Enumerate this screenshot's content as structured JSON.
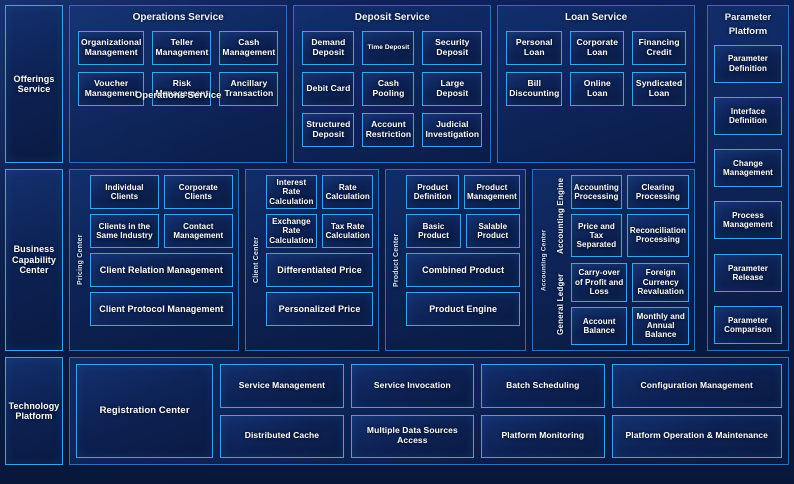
{
  "theme": {
    "background": "#0a1d4e",
    "box_border": "#3fa3e8",
    "group_border": "#2f6fb8",
    "text": "#ffffff"
  },
  "rows": {
    "offerings": {
      "spine_label": "Offerings Service",
      "ghost_caption": "Operations Service",
      "services": [
        {
          "title": "Operations Service",
          "items": [
            {
              "label": "Organizational Management",
              "small": false
            },
            {
              "label": "Teller Management",
              "small": false
            },
            {
              "label": "Cash Management",
              "small": false
            },
            {
              "label": "Voucher Management",
              "small": false
            },
            {
              "label": "Risk Management",
              "small": false
            },
            {
              "label": "Ancillary Transaction",
              "small": false
            }
          ]
        },
        {
          "title": "Deposit Service",
          "items": [
            {
              "label": "Demand Deposit",
              "small": false
            },
            {
              "label": "Time Deposit",
              "small": true
            },
            {
              "label": "Security Deposit",
              "small": false
            },
            {
              "label": "Debit Card",
              "small": false
            },
            {
              "label": "Cash Pooling",
              "small": false
            },
            {
              "label": "Large Deposit",
              "small": false
            },
            {
              "label": "Structured Deposit",
              "small": false
            },
            {
              "label": "Account Restriction",
              "small": false
            },
            {
              "label": "Judicial Investigation",
              "small": false
            }
          ]
        },
        {
          "title": "Loan Service",
          "items": [
            {
              "label": "Personal Loan",
              "small": false
            },
            {
              "label": "Corporate Loan",
              "small": false
            },
            {
              "label": "Financing Credit",
              "small": false
            },
            {
              "label": "Bill Discounting",
              "small": false
            },
            {
              "label": "Online Loan",
              "small": false
            },
            {
              "label": "Syndicated Loan",
              "small": false
            }
          ]
        }
      ]
    },
    "business": {
      "spine_label": "Business Capability Center",
      "centers": [
        {
          "vertical_label": "Pricing Center",
          "pairs": [
            [
              "Individual Clients",
              "Corporate Clients"
            ],
            [
              "Clients in the Same Industry",
              "Contact Management"
            ]
          ],
          "wide": [
            "Client Relation Management",
            "Client Protocol Management"
          ]
        },
        {
          "vertical_label": "Client Center",
          "pairs": [
            [
              "Interest Rate Calculation",
              "Rate Calculation"
            ],
            [
              "Exchange Rate Calculation",
              "Tax Rate Calculation"
            ]
          ],
          "wide": [
            "Differentiated Price",
            "Personalized Price"
          ]
        },
        {
          "vertical_label": "Product Center",
          "pairs": [
            [
              "Product Definition",
              "Product Management"
            ],
            [
              "Basic Product",
              "Salable Product"
            ]
          ],
          "wide": [
            "Combined Product",
            "Product Engine"
          ]
        }
      ],
      "accounting": {
        "outer_label": "Accounting Center",
        "blocks": [
          {
            "label": "Accounting Engine",
            "items": [
              "Accounting Processing",
              "Clearing Processing",
              "Price and Tax Separated",
              "Reconciliation Processing"
            ]
          },
          {
            "label": "General  Ledger",
            "items": [
              "Carry-over of Profit and Loss",
              "Foreign Currency Revaluation",
              "Account Balance",
              "Monthly and Annual Balance"
            ]
          }
        ]
      }
    },
    "technology": {
      "spine_label": "Technology Platform",
      "registration": "Registration Center",
      "columns": [
        [
          "Service Management",
          "Distributed Cache"
        ],
        [
          "Service Invocation",
          "Multiple Data Sources Access"
        ],
        [
          "Batch Scheduling",
          "Platform Monitoring"
        ],
        [
          "Configuration Management",
          "Platform Operation & Maintenance"
        ]
      ]
    }
  },
  "parameter_platform": {
    "title": "Parameter Platform",
    "items": [
      "Parameter Definition",
      "Interface Definition",
      "Change Management",
      "Process Management",
      "Parameter Release",
      "Parameter Comparison"
    ]
  }
}
